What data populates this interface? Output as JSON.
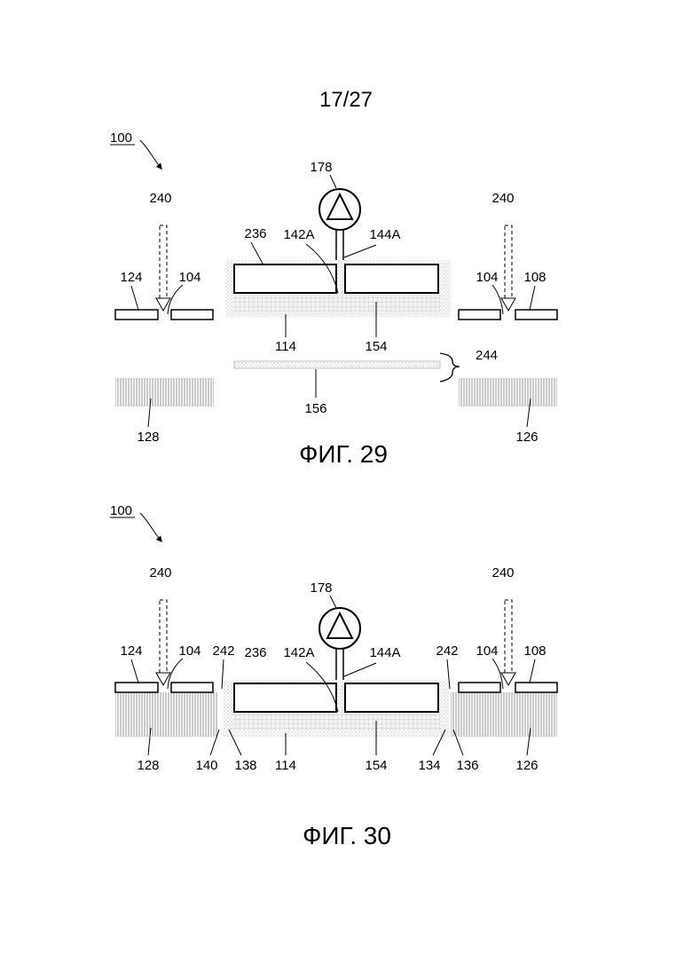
{
  "page": {
    "number": "17/27"
  },
  "figures": [
    {
      "caption": "ФИГ. 29",
      "ref_main": "100",
      "labels": {
        "pump": "178",
        "arrow_left": "240",
        "arrow_right": "240",
        "plate": "236",
        "port_a": "142A",
        "port_b": "144A",
        "left_outer": "124",
        "left_gap": "104",
        "right_gap": "104",
        "right_outer": "108",
        "layer": "114",
        "layer_b": "154",
        "film": "156",
        "brace": "244",
        "left_hatch": "128",
        "right_hatch": "126"
      }
    },
    {
      "caption": "ФИГ. 30",
      "ref_main": "100",
      "labels": {
        "pump": "178",
        "arrow_left": "240",
        "arrow_right": "240",
        "plate": "236",
        "port_a": "142A",
        "port_b": "144A",
        "left_outer": "124",
        "left_gap": "104",
        "seal_left": "242",
        "seal_right": "242",
        "right_gap": "104",
        "right_outer": "108",
        "left_hatch": "128",
        "edge_140": "140",
        "edge_138": "138",
        "layer": "114",
        "layer_b": "154",
        "edge_134": "134",
        "edge_136": "136",
        "right_hatch": "126"
      }
    }
  ]
}
